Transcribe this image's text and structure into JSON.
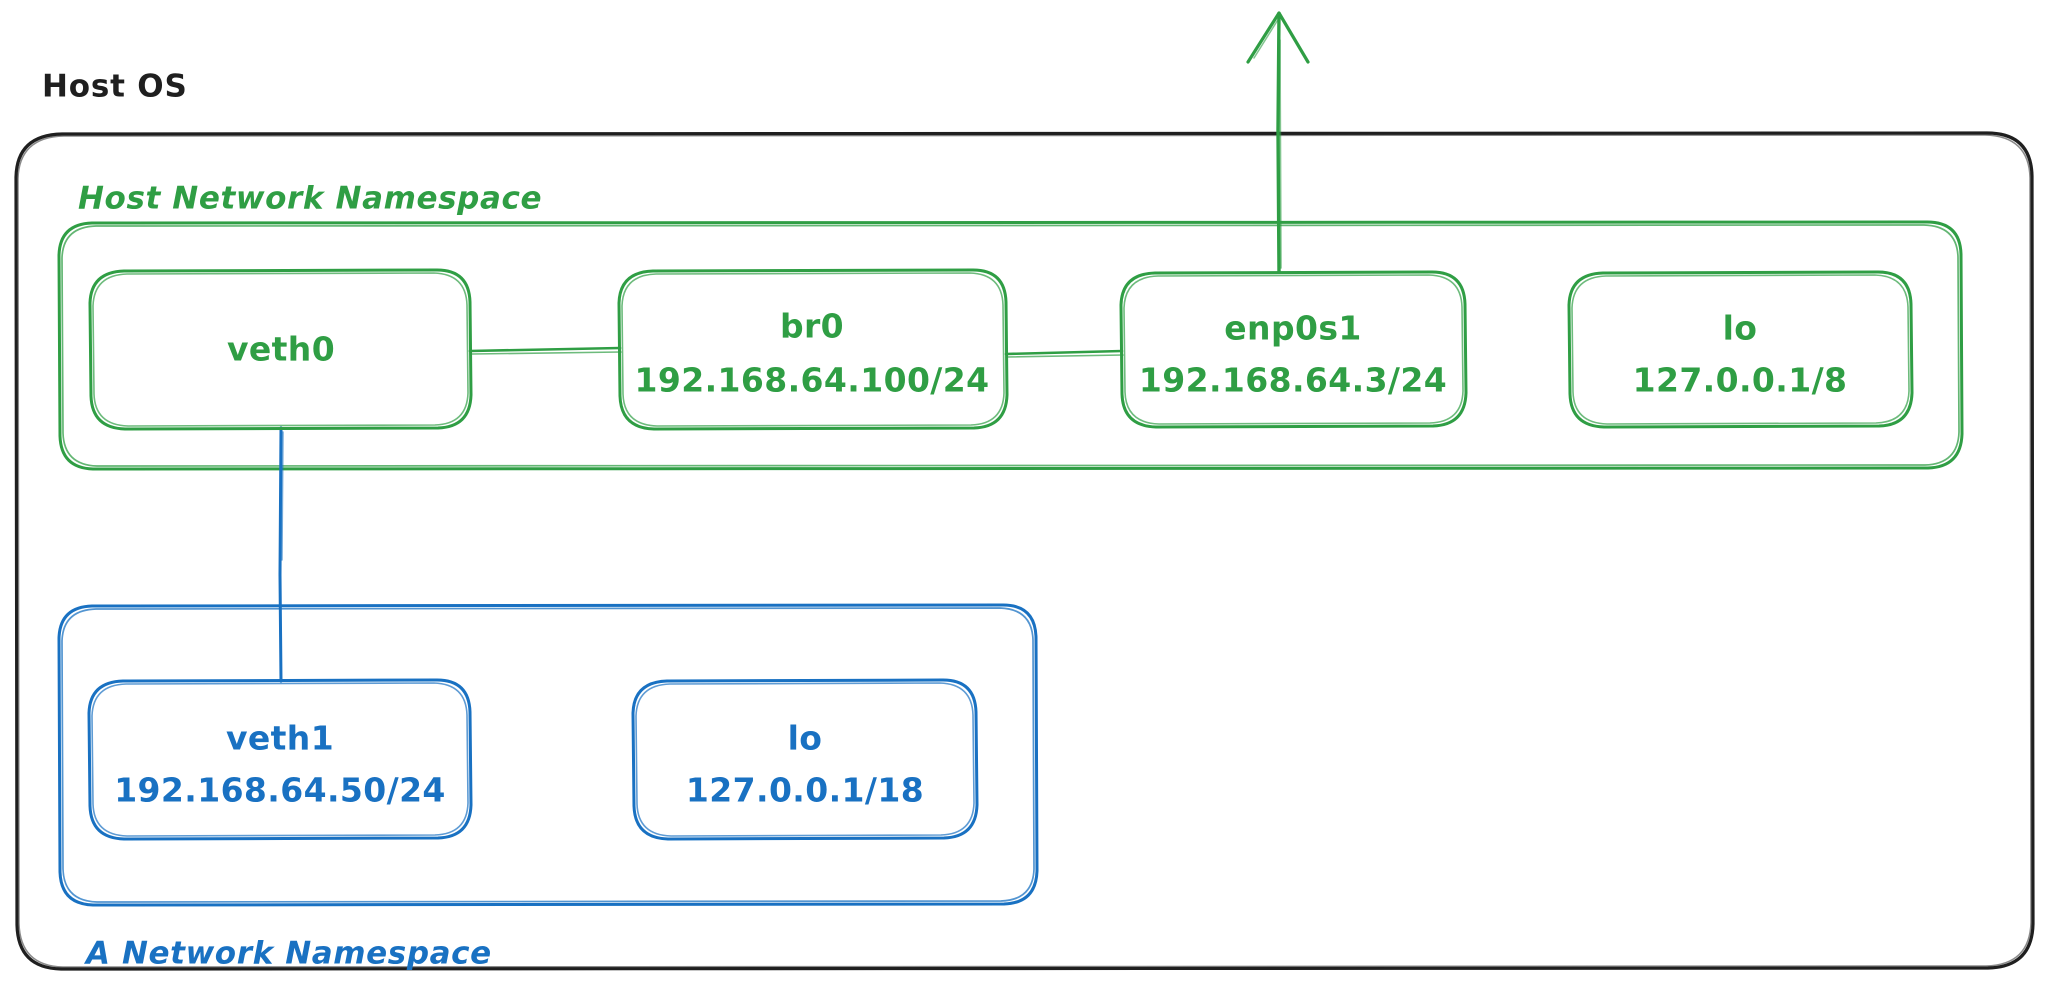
{
  "diagram": {
    "title": "Host OS network namespaces diagram",
    "colors": {
      "host_border": "#1f1f1f",
      "host_ns": "#2f9e44",
      "container_ns": "#1971c2",
      "background": "#ffffff"
    },
    "host_os": {
      "label": "Host OS"
    },
    "host_network_namespace": {
      "label": "Host Network Namespace",
      "color": "#2f9e44",
      "interfaces": [
        {
          "name": "veth0",
          "address": ""
        },
        {
          "name": "br0",
          "address": "192.168.64.100/24"
        },
        {
          "name": "enp0s1",
          "address": "192.168.64.3/24"
        },
        {
          "name": "lo",
          "address": "127.0.0.1/8"
        }
      ]
    },
    "a_network_namespace": {
      "label": "A Network Namespace",
      "color": "#1971c2",
      "interfaces": [
        {
          "name": "veth1",
          "address": "192.168.64.50/24"
        },
        {
          "name": "lo",
          "address": "127.0.0.1/18"
        }
      ]
    },
    "connections": [
      {
        "from": "veth0",
        "to": "br0",
        "color": "#2f9e44",
        "orientation": "horizontal"
      },
      {
        "from": "br0",
        "to": "enp0s1",
        "color": "#2f9e44",
        "orientation": "horizontal"
      },
      {
        "from": "veth0",
        "to": "veth1",
        "color": "#1971c2",
        "orientation": "vertical"
      },
      {
        "from": "enp0s1",
        "to": "external-network",
        "color": "#2f9e44",
        "orientation": "vertical-arrow-up"
      }
    ]
  }
}
